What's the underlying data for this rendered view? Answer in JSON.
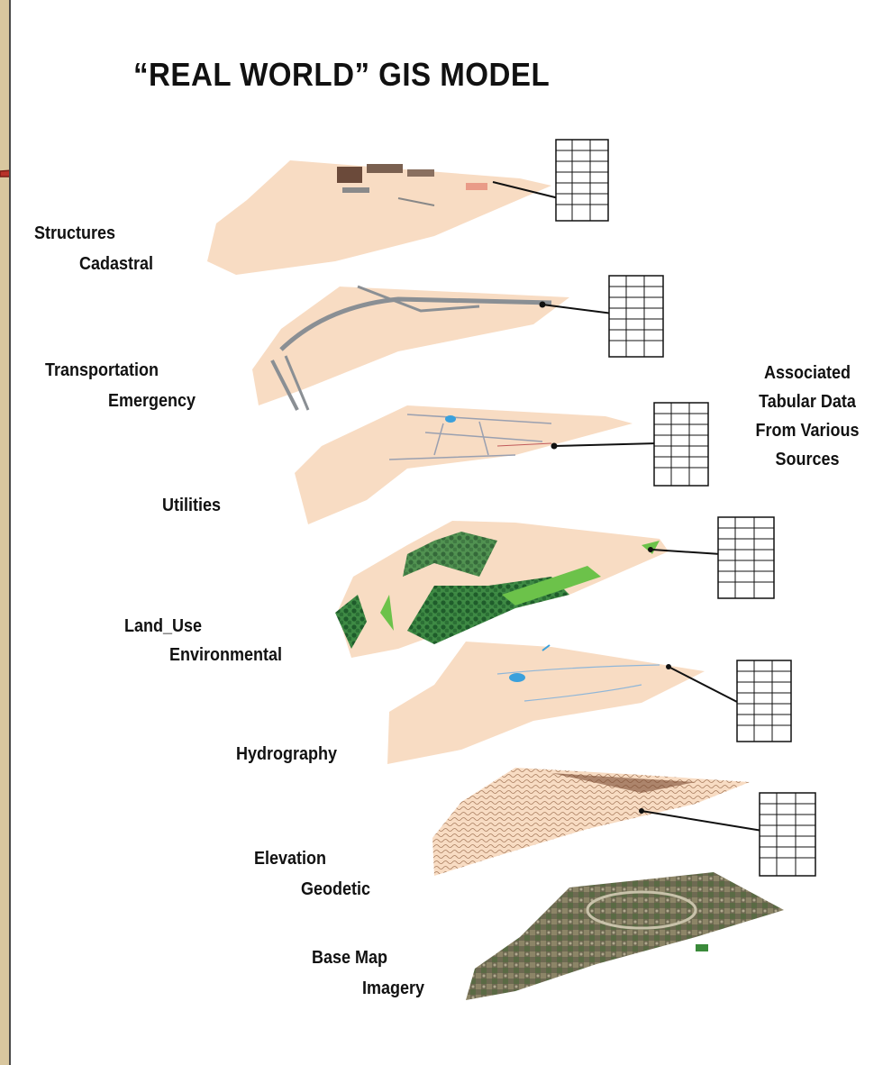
{
  "title": "“REAL WORLD” GIS MODEL",
  "layers": [
    {
      "line1": "Structures",
      "line2": "Cadastral"
    },
    {
      "line1": "Transportation",
      "line2": "Emergency"
    },
    {
      "line1": "Utilities",
      "line2": ""
    },
    {
      "line1": "Land_Use",
      "line2": "Environmental"
    },
    {
      "line1": "Hydrography",
      "line2": ""
    },
    {
      "line1": "Elevation",
      "line2": "Geodetic"
    },
    {
      "line1": "Base Map",
      "line2": "Imagery"
    }
  ],
  "associated": [
    "Associated",
    "Tabular Data",
    "From Various",
    "Sources"
  ],
  "colors": {
    "land": "#f8dcc3",
    "forest": "#2f7a3a",
    "grass": "#6cc24a",
    "water": "#3aa0dc",
    "road": "#8a8f94",
    "contour": "#8a5a3a",
    "imagery": "#6e6a52",
    "arrow": "#b8322a"
  }
}
